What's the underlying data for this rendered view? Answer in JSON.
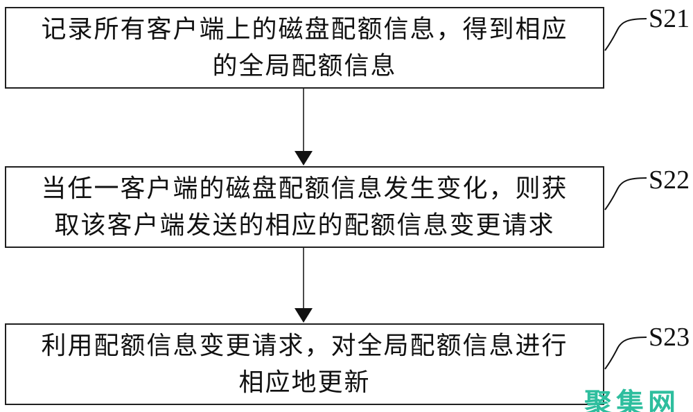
{
  "figure": {
    "steps": [
      {
        "label": "S21",
        "line1": "记录所有客户端上的磁盘配额信息，得到相应",
        "line2": "的全局配额信息"
      },
      {
        "label": "S22",
        "line1": "当任一客户端的磁盘配额信息发生变化，则获",
        "line2": "取该客户端发送的相应的配额信息变更请求"
      },
      {
        "label": "S23",
        "line1": "利用配额信息变更请求，对全局配额信息进行",
        "line2": "相应地更新"
      }
    ],
    "watermark": {
      "text": "聚集网",
      "color": "#2EBE9E"
    },
    "colors": {
      "box_border": "#1f1f1f",
      "text": "#111111"
    }
  }
}
